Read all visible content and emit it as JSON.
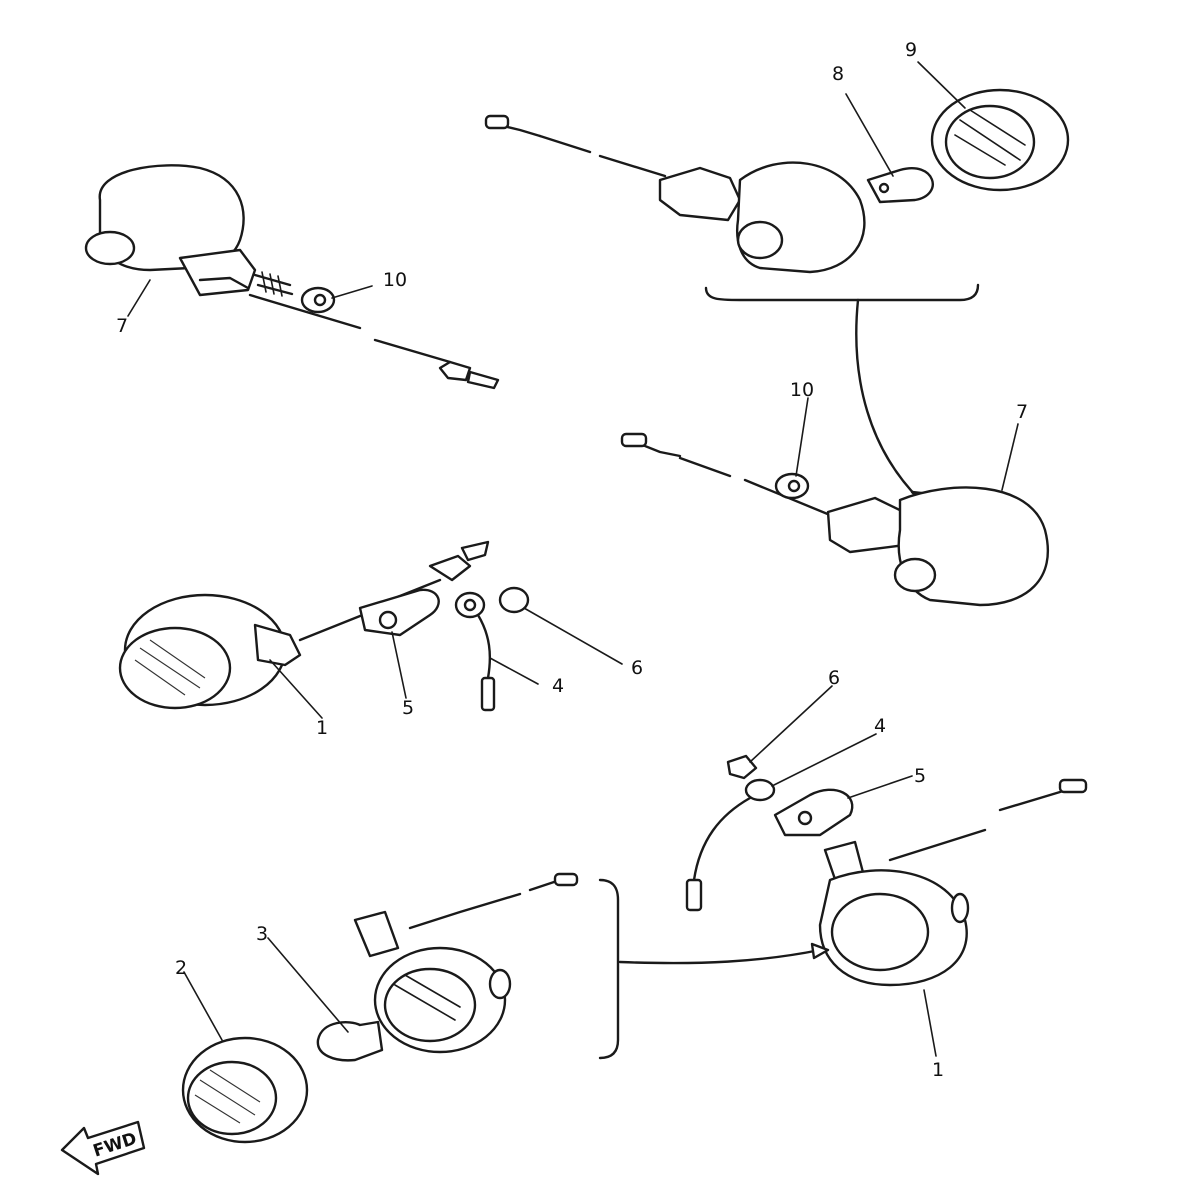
{
  "diagram": {
    "type": "exploded-parts-diagram",
    "subject": "turn signal lamp assemblies",
    "direction_marker": {
      "text": "FWD",
      "icon": "left-arrow-icon"
    },
    "callouts": [
      {
        "id": "c9",
        "label": "9"
      },
      {
        "id": "c8",
        "label": "8"
      },
      {
        "id": "c10a",
        "label": "10"
      },
      {
        "id": "c7a",
        "label": "7"
      },
      {
        "id": "c10b",
        "label": "10"
      },
      {
        "id": "c7b",
        "label": "7"
      },
      {
        "id": "c6a",
        "label": "6"
      },
      {
        "id": "c4a",
        "label": "4"
      },
      {
        "id": "c5a",
        "label": "5"
      },
      {
        "id": "c1a",
        "label": "1"
      },
      {
        "id": "c6b",
        "label": "6"
      },
      {
        "id": "c4b",
        "label": "4"
      },
      {
        "id": "c5b",
        "label": "5"
      },
      {
        "id": "c3",
        "label": "3"
      },
      {
        "id": "c2",
        "label": "2"
      },
      {
        "id": "c1b",
        "label": "1"
      }
    ]
  }
}
